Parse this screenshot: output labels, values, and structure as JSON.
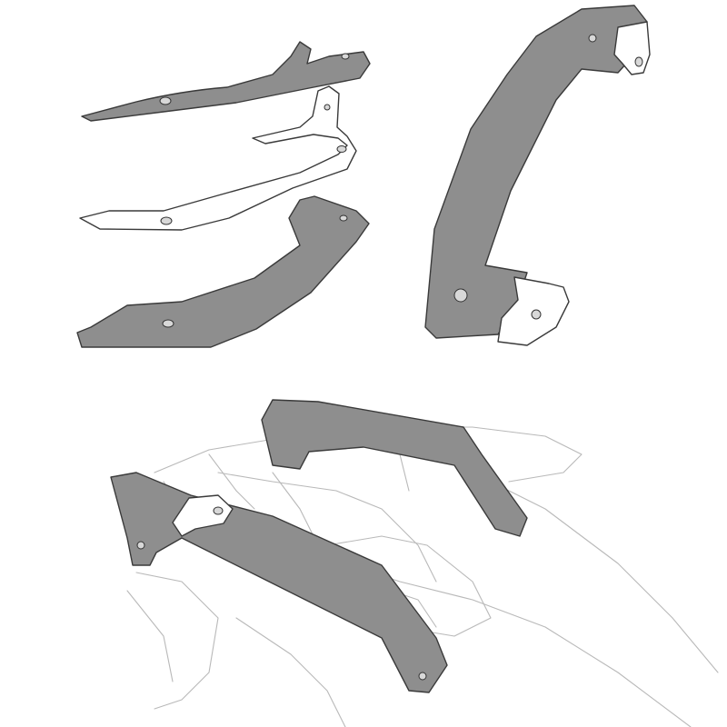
{
  "colors": {
    "rail_fill": "#8e8e8e",
    "rail_edge": "#6f6f6f",
    "bracket_fill": "#ffffff",
    "outline": "#3a3a3a",
    "bike_outline": "#b9b9b9",
    "background": "#ffffff"
  },
  "parts": [
    "upper-left-rail",
    "left-mounting-bracket",
    "lower-left-rail",
    "right-rail-with-brackets",
    "installed-assembly"
  ]
}
